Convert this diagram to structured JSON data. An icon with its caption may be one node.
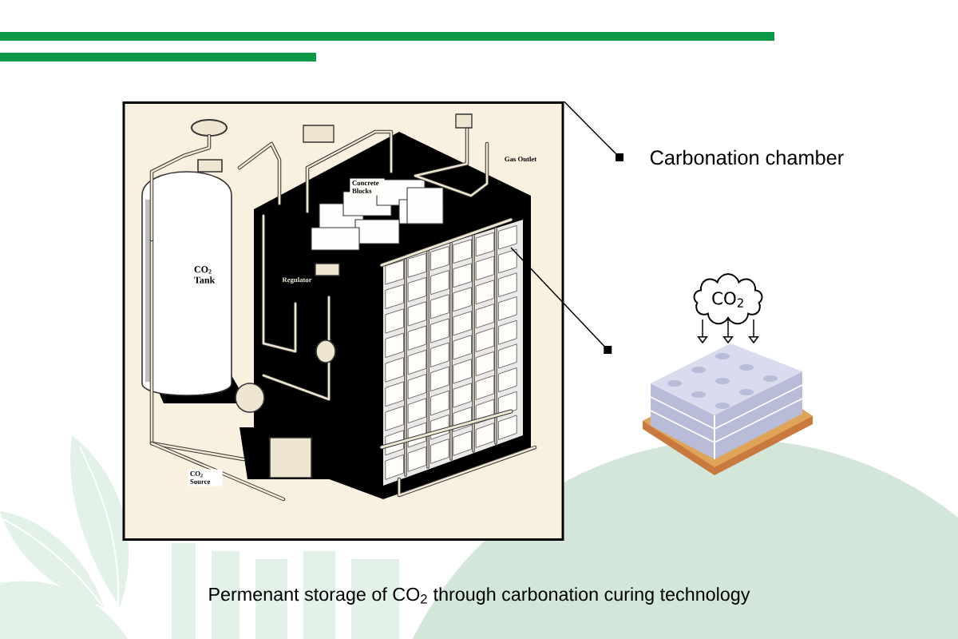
{
  "diagram": {
    "caption": "Permenant storage of CO$_{2}$ through carbonation curing technology",
    "nodes": [
      {
        "text": [],
        "shape": "picture"
      },
      {
        "text": [
          "Carbonation chamber"
        ]
      },
      {
        "text": [
          "CO$_{2}$"
        ]
      },
      {
        "text": [],
        "shape": "picture"
      }
    ],
    "edges": [
      {
        "from": 1,
        "to": 0,
        "arrow": "other"
      },
      {
        "from": 3,
        "to": 0,
        "arrow": "other"
      },
      {
        "from": 2,
        "to": 3,
        "arrow": "to"
      },
      {
        "from": 2,
        "to": 3,
        "arrow": "to"
      },
      {
        "from": 2,
        "to": 3,
        "arrow": "to"
      }
    ],
    "labels": [
      "CO$_{2}$ Tank",
      "Regulator",
      "Concrete Blocks",
      "Gas Outlet",
      "CO$_{2}$ Source"
    ]
  }
}
